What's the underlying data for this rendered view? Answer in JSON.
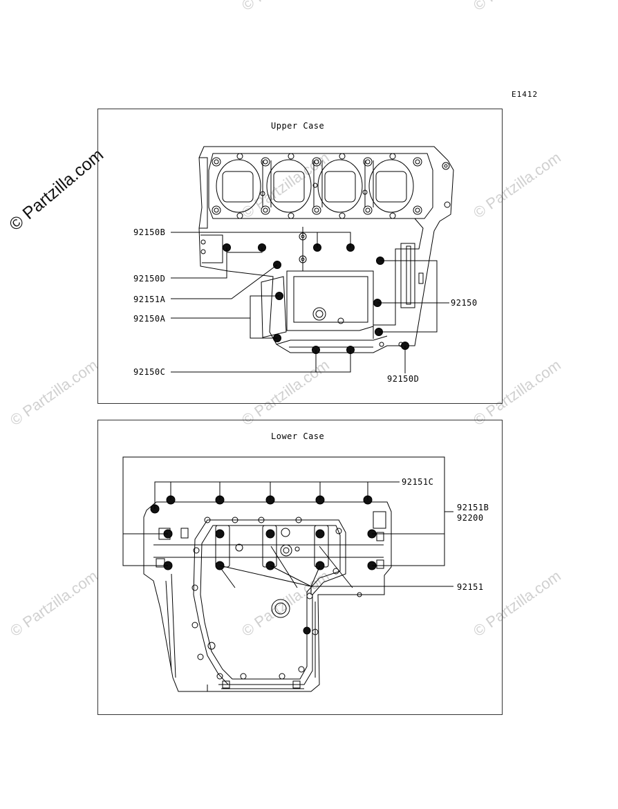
{
  "watermark": {
    "brand": "© Partzilla.com",
    "text": "© Partzilla.com"
  },
  "diagram_code": "E1412",
  "upper_case": {
    "title": "Upper Case",
    "labels": [
      "92150B",
      "92150D",
      "92151A",
      "92150A",
      "92150C",
      "92150",
      "92150D"
    ]
  },
  "lower_case": {
    "title": "Lower Case",
    "labels": [
      "92151C",
      "92151B",
      "92200",
      "92151"
    ]
  },
  "colors": {
    "line": "#000000",
    "watermark": "#d0d0d0",
    "bolt": "#111111"
  }
}
